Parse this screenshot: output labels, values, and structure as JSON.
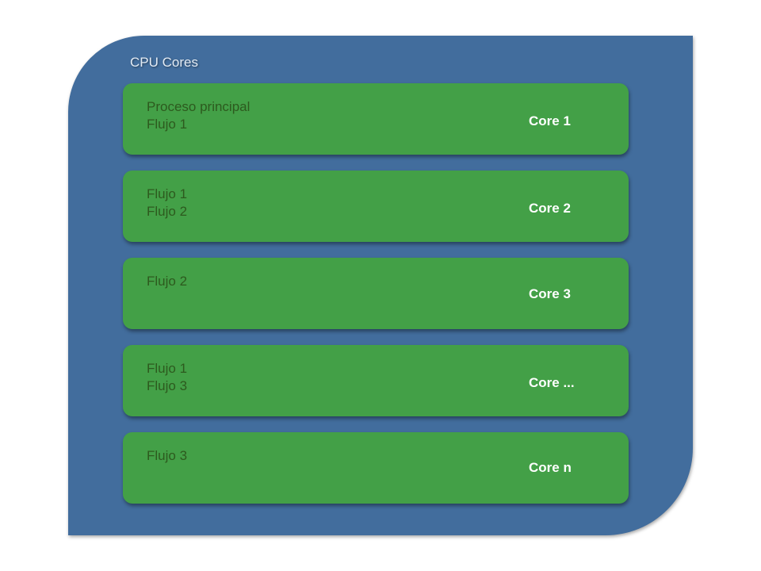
{
  "panel": {
    "title": "CPU Cores",
    "colors": {
      "panel": "#426d9d",
      "core": "#43a047",
      "flow_text": "#2d5a1e",
      "core_label": "#ffffff"
    }
  },
  "cores": [
    {
      "label": "Core 1",
      "flows": [
        "Proceso principal",
        "Flujo 1"
      ]
    },
    {
      "label": "Core 2",
      "flows": [
        "Flujo 1",
        "Flujo 2"
      ]
    },
    {
      "label": "Core 3",
      "flows": [
        "Flujo 2"
      ]
    },
    {
      "label": "Core ...",
      "flows": [
        "Flujo 1",
        "Flujo 3"
      ]
    },
    {
      "label": "Core n",
      "flows": [
        "Flujo 3"
      ]
    }
  ]
}
